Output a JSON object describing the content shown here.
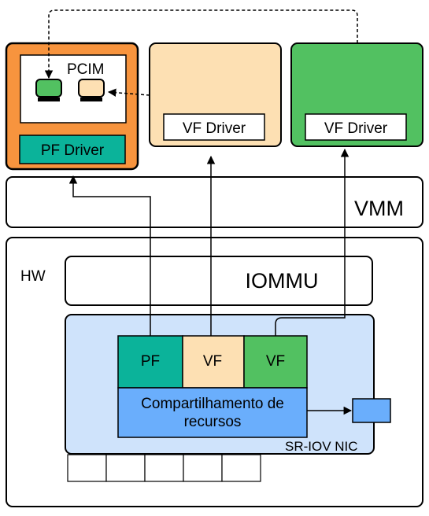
{
  "colors": {
    "pf_vm": "#f7943e",
    "vf_vm_1": "#fde0b3",
    "vf_vm_2": "#52c161",
    "pf": "#0bb39a",
    "vf_1": "#fde0b3",
    "vf_2": "#52c161",
    "nic": "#cfe3fb",
    "sharing": "#6aaefc",
    "port": "#6aaefc",
    "white": "#ffffff",
    "line": "#000000"
  },
  "labels": {
    "pcim": "PCIM",
    "pf_driver": "PF Driver",
    "vf_driver_1": "VF Driver",
    "vf_driver_2": "VF Driver",
    "vmm": "VMM",
    "hw": "HW",
    "iommu": "IOMMU",
    "pf": "PF",
    "vf_1": "VF",
    "vf_2": "VF",
    "sharing_line1": "Compartilhamento de",
    "sharing_line2": "recursos",
    "nic": "SR-IOV NIC"
  },
  "icons": {
    "pcim_device_green": "chip-icon",
    "pcim_device_beige": "chip-icon"
  }
}
